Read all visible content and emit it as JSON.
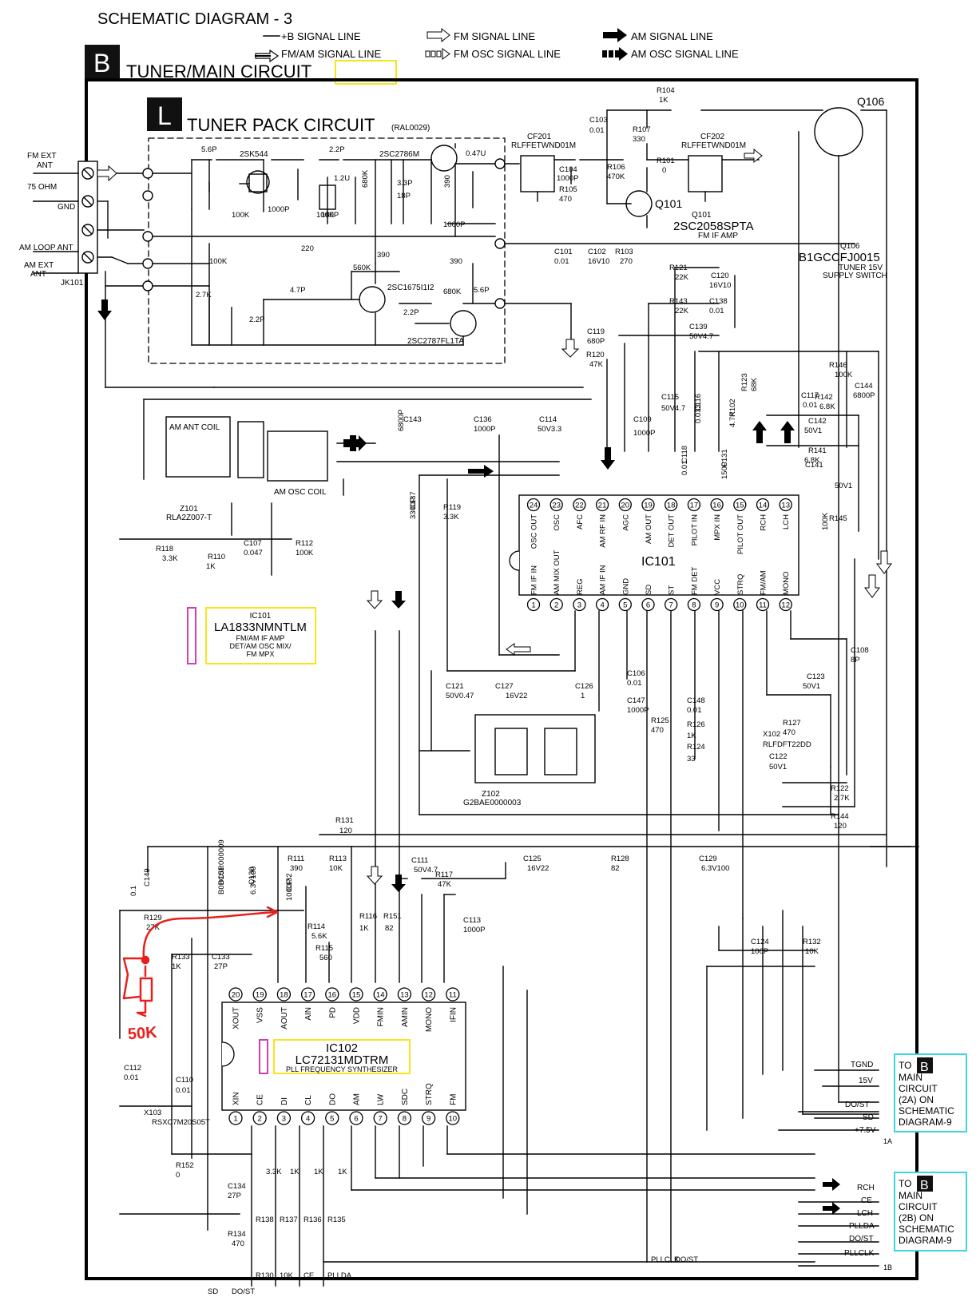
{
  "header": {
    "title": "SCHEMATIC DIAGRAM - 3",
    "legend": {
      "b_line": "+B SIGNAL LINE",
      "fm": "FM SIGNAL LINE",
      "am": "AM SIGNAL LINE",
      "fmam": "FM/AM SIGNAL LINE",
      "fm_osc": "FM OSC SIGNAL LINE",
      "am_osc": "AM OSC SIGNAL LINE"
    }
  },
  "section": {
    "badge_b": "B",
    "title": "TUNER/MAIN CIRCUIT",
    "badge_l": "L",
    "sub_title": "TUNER PACK CIRCUIT",
    "sub_part": "(RAL0029)"
  },
  "jack": {
    "fm_ext": "FM EXT",
    "ant": "ANT",
    "ohm": "75 OHM",
    "gnd": "GND",
    "am_loop": "AM LOOP ANT",
    "am_ext": "AM EXT",
    "ant2": "ANT",
    "ref": "JK101"
  },
  "transistors": {
    "q101_ref": "Q101",
    "q101_part": "2SC2058SPTA",
    "q101_desc": "FM IF AMP",
    "q106_ref": "Q106",
    "q106_ref2": "Q106",
    "q106_part": "B1GCCFJ0015",
    "q106_desc1": "TUNER 15V",
    "q106_desc2": "SUPPLY SWITCH",
    "t_2sk544": "2SK544",
    "t_2sc2786": "2SC2786M",
    "t_2sc1675": "2SC1675I1I2",
    "t_2sc2787": "2SC2787FL1TA"
  },
  "filters": {
    "cf201": "CF201",
    "cf201_part": "RLFFETWND01M",
    "cf202": "CF202",
    "cf202_part": "RLFFETWND01M"
  },
  "coils": {
    "am_ant": "AM ANT COIL",
    "am_osc": "AM OSC COIL",
    "z101": "Z101",
    "z101_part": "RLA2Z007-T",
    "z102": "Z102",
    "z102_part": "G2BAE0000003"
  },
  "ic101": {
    "ref": "IC101",
    "box_ref": "IC101",
    "box_part": "LA1833NMNTLM",
    "box_d1": "FM/AM IF AMP",
    "box_d2": "DET/AM OSC MIX/",
    "box_d3": "FM MPX",
    "top_pins": [
      {
        "n": "24",
        "name": "OSC OUT"
      },
      {
        "n": "23",
        "name": "OSC"
      },
      {
        "n": "22",
        "name": "AFC"
      },
      {
        "n": "21",
        "name": "AM RF IN"
      },
      {
        "n": "20",
        "name": "AGC"
      },
      {
        "n": "19",
        "name": "AM OUT"
      },
      {
        "n": "18",
        "name": "DET OUT"
      },
      {
        "n": "17",
        "name": "PILOT IN"
      },
      {
        "n": "16",
        "name": "MPX IN"
      },
      {
        "n": "15",
        "name": "PILOT OUT"
      },
      {
        "n": "14",
        "name": "RCH"
      },
      {
        "n": "13",
        "name": "LCH"
      }
    ],
    "bot_pins": [
      {
        "n": "1",
        "name": "FM IF IN"
      },
      {
        "n": "2",
        "name": "AM MIX OUT"
      },
      {
        "n": "3",
        "name": "REG"
      },
      {
        "n": "4",
        "name": "AM IF IN"
      },
      {
        "n": "5",
        "name": "GND"
      },
      {
        "n": "6",
        "name": "SD"
      },
      {
        "n": "7",
        "name": "ST"
      },
      {
        "n": "8",
        "name": "FM DET"
      },
      {
        "n": "9",
        "name": "VCC"
      },
      {
        "n": "10",
        "name": "STRQ"
      },
      {
        "n": "11",
        "name": "FM/AM"
      },
      {
        "n": "12",
        "name": "MONO"
      }
    ]
  },
  "ic102": {
    "ref": "IC102",
    "part": "LC72131MDTRM",
    "desc": "PLL FREQUENCY SYNTHESIZER",
    "top_pins": [
      {
        "n": "20",
        "name": "XOUT"
      },
      {
        "n": "19",
        "name": "VSS"
      },
      {
        "n": "18",
        "name": "AOUT"
      },
      {
        "n": "17",
        "name": "AIN"
      },
      {
        "n": "16",
        "name": "PD"
      },
      {
        "n": "15",
        "name": "VDD"
      },
      {
        "n": "14",
        "name": "FMIN"
      },
      {
        "n": "13",
        "name": "AMIN"
      },
      {
        "n": "12",
        "name": "MONO"
      },
      {
        "n": "11",
        "name": "IFIN"
      }
    ],
    "bot_pins": [
      {
        "n": "1",
        "name": "XIN"
      },
      {
        "n": "2",
        "name": "CE"
      },
      {
        "n": "3",
        "name": "DI"
      },
      {
        "n": "4",
        "name": "CL"
      },
      {
        "n": "5",
        "name": "DO"
      },
      {
        "n": "6",
        "name": "AM"
      },
      {
        "n": "7",
        "name": "LW"
      },
      {
        "n": "8",
        "name": "SDC"
      },
      {
        "n": "9",
        "name": "STRQ"
      },
      {
        "n": "10",
        "name": "FM"
      }
    ]
  },
  "components": [
    {
      "t": "5.6P"
    },
    {
      "t": "2.2P"
    },
    {
      "t": "0.47U"
    },
    {
      "t": "1.2U"
    },
    {
      "t": "3.3P"
    },
    {
      "t": "18P"
    },
    {
      "t": "680K"
    },
    {
      "t": "390"
    },
    {
      "t": "1000P"
    },
    {
      "t": "100K"
    },
    {
      "t": "180P"
    },
    {
      "t": "220"
    },
    {
      "t": "390"
    },
    {
      "t": "560K"
    },
    {
      "t": "390"
    },
    {
      "t": "100K"
    },
    {
      "t": "2.7K"
    },
    {
      "t": "4.7P"
    },
    {
      "t": "2.2P"
    },
    {
      "t": "680K"
    },
    {
      "t": "5.6P"
    },
    {
      "t": "2.2P"
    },
    {
      "t": "1000P"
    },
    {
      "t": "100K"
    },
    {
      "t": "C103"
    },
    {
      "t": "0.01"
    },
    {
      "t": "R104"
    },
    {
      "t": "1K"
    },
    {
      "t": "R107"
    },
    {
      "t": "330"
    },
    {
      "t": "C104"
    },
    {
      "t": "1000P"
    },
    {
      "t": "R106"
    },
    {
      "t": "470K"
    },
    {
      "t": "R101"
    },
    {
      "t": "0"
    },
    {
      "t": "R105"
    },
    {
      "t": "470"
    },
    {
      "t": "C101"
    },
    {
      "t": "0.01"
    },
    {
      "t": "C102"
    },
    {
      "t": "16V10"
    },
    {
      "t": "R103"
    },
    {
      "t": "270"
    },
    {
      "t": "R121"
    },
    {
      "t": "22K"
    },
    {
      "t": "C120"
    },
    {
      "t": "16V10"
    },
    {
      "t": "R143"
    },
    {
      "t": "22K"
    },
    {
      "t": "C138"
    },
    {
      "t": "0.01"
    },
    {
      "t": "C119"
    },
    {
      "t": "680P"
    },
    {
      "t": "C139"
    },
    {
      "t": "50V4.7"
    },
    {
      "t": "R120"
    },
    {
      "t": "47K"
    },
    {
      "t": "R146"
    },
    {
      "t": "100K"
    },
    {
      "t": "C144"
    },
    {
      "t": "6800P"
    },
    {
      "t": "C117"
    },
    {
      "t": "0.01"
    },
    {
      "t": "R142"
    },
    {
      "t": "6.8K"
    },
    {
      "t": "C142"
    },
    {
      "t": "50V1"
    },
    {
      "t": "R141"
    },
    {
      "t": "6.8K"
    },
    {
      "t": "C141"
    },
    {
      "t": "50V1"
    },
    {
      "t": "R145"
    },
    {
      "t": "100K"
    },
    {
      "t": "C143"
    },
    {
      "t": "6800P"
    },
    {
      "t": "C136"
    },
    {
      "t": "1000P"
    },
    {
      "t": "C114"
    },
    {
      "t": "50V3.3"
    },
    {
      "t": "C109"
    },
    {
      "t": "1000P"
    },
    {
      "t": "C115"
    },
    {
      "t": "50V4.7"
    },
    {
      "t": "C116"
    },
    {
      "t": "0.033"
    },
    {
      "t": "R102"
    },
    {
      "t": "4.7K"
    },
    {
      "t": "R123"
    },
    {
      "t": "68K"
    },
    {
      "t": "C118"
    },
    {
      "t": "0.01"
    },
    {
      "t": "C131"
    },
    {
      "t": "150P"
    },
    {
      "t": "C137"
    },
    {
      "t": "3300P"
    },
    {
      "t": "R119"
    },
    {
      "t": "3.3K"
    },
    {
      "t": "R118"
    },
    {
      "t": "3.3K"
    },
    {
      "t": "R110"
    },
    {
      "t": "1K"
    },
    {
      "t": "C107"
    },
    {
      "t": "0.047"
    },
    {
      "t": "R112"
    },
    {
      "t": "100K"
    },
    {
      "t": "C108"
    },
    {
      "t": "8P"
    },
    {
      "t": "C123"
    },
    {
      "t": "50V1"
    },
    {
      "t": "C121"
    },
    {
      "t": "50V0.47"
    },
    {
      "t": "C127"
    },
    {
      "t": "16V22"
    },
    {
      "t": "C126"
    },
    {
      "t": "1"
    },
    {
      "t": "C106"
    },
    {
      "t": "0.01"
    },
    {
      "t": "C147"
    },
    {
      "t": "1000P"
    },
    {
      "t": "C148"
    },
    {
      "t": "0.01"
    },
    {
      "t": "R125"
    },
    {
      "t": "470"
    },
    {
      "t": "R126"
    },
    {
      "t": "1K"
    },
    {
      "t": "R124"
    },
    {
      "t": "33"
    },
    {
      "t": "X102"
    },
    {
      "t": "RLFDFT22DD"
    },
    {
      "t": "R127"
    },
    {
      "t": "470"
    },
    {
      "t": "C122"
    },
    {
      "t": "50V1"
    },
    {
      "t": "R122"
    },
    {
      "t": "2.7K"
    },
    {
      "t": "R144"
    },
    {
      "t": "120"
    },
    {
      "t": "R131"
    },
    {
      "t": "120"
    },
    {
      "t": "R111"
    },
    {
      "t": "390"
    },
    {
      "t": "R113"
    },
    {
      "t": "10K"
    },
    {
      "t": "C125"
    },
    {
      "t": "16V22"
    },
    {
      "t": "R128"
    },
    {
      "t": "82"
    },
    {
      "t": "C129"
    },
    {
      "t": "6.3V100"
    },
    {
      "t": "C149"
    },
    {
      "t": "0.1"
    },
    {
      "t": "D101"
    },
    {
      "t": "B0BC5R000009"
    },
    {
      "t": "C130"
    },
    {
      "t": "6.3V100"
    },
    {
      "t": "C132"
    },
    {
      "t": "1000P"
    },
    {
      "t": "C111"
    },
    {
      "t": "50V4.7"
    },
    {
      "t": "R117"
    },
    {
      "t": "47K"
    },
    {
      "t": "R129"
    },
    {
      "t": "27K"
    },
    {
      "t": "R114"
    },
    {
      "t": "5.6K"
    },
    {
      "t": "R115"
    },
    {
      "t": "560"
    },
    {
      "t": "R116"
    },
    {
      "t": "1K"
    },
    {
      "t": "R151"
    },
    {
      "t": "82"
    },
    {
      "t": "C113"
    },
    {
      "t": "1000P"
    },
    {
      "t": "C124"
    },
    {
      "t": "100P"
    },
    {
      "t": "R132"
    },
    {
      "t": "10K"
    },
    {
      "t": "R133"
    },
    {
      "t": "1K"
    },
    {
      "t": "C133"
    },
    {
      "t": "27P"
    },
    {
      "t": "C112"
    },
    {
      "t": "0.01"
    },
    {
      "t": "C110"
    },
    {
      "t": "0.01"
    },
    {
      "t": "X103"
    },
    {
      "t": "RSXC7M20S05T"
    },
    {
      "t": "R152"
    },
    {
      "t": "0"
    },
    {
      "t": "C134"
    },
    {
      "t": "27P"
    },
    {
      "t": "R138"
    },
    {
      "t": "3.3K"
    },
    {
      "t": "R137"
    },
    {
      "t": "1K"
    },
    {
      "t": "R136"
    },
    {
      "t": "1K"
    },
    {
      "t": "R135"
    },
    {
      "t": "1K"
    },
    {
      "t": "R134"
    },
    {
      "t": "470"
    },
    {
      "t": "R130"
    },
    {
      "t": "10K"
    },
    {
      "t": "CE"
    },
    {
      "t": "PLLDA"
    },
    {
      "t": "PLLCLK"
    },
    {
      "t": "DO/ST"
    },
    {
      "t": "SD"
    },
    {
      "t": "DO/ST"
    }
  ],
  "connectors": {
    "a": {
      "sigs": [
        "TGND",
        "15V",
        "DO/ST",
        "SD",
        "+7.5V"
      ],
      "tag": "1A",
      "to": "TO",
      "badge": "B",
      "lines": [
        "MAIN",
        "CIRCUIT",
        "(2A) ON",
        "SCHEMATIC",
        "DIAGRAM-9"
      ]
    },
    "b": {
      "sigs": [
        "RCH",
        "CE",
        "LCH",
        "PLLDA",
        "DO/ST",
        "PLLCLK"
      ],
      "tag": "1B",
      "to": "TO",
      "badge": "B",
      "lines": [
        "MAIN",
        "CIRCUIT",
        "(2B) ON",
        "SCHEMATIC",
        "DIAGRAM-9"
      ]
    }
  },
  "annotation": {
    "value": "50K",
    "color": "#e8201c"
  },
  "colors": {
    "highlight_yellow": "#f5e51b",
    "highlight_magenta": "#d43fb0",
    "connector_cyan": "#3fd5e0"
  }
}
